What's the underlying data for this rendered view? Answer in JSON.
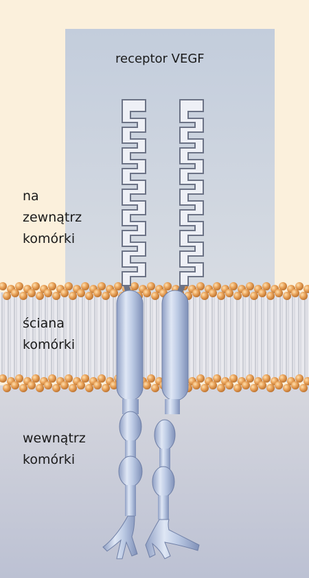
{
  "title": "receptor VEGF",
  "regions": {
    "outside": [
      "na",
      "zewnątrz",
      "komórki"
    ],
    "wall": [
      "ściana",
      "komórki"
    ],
    "inside": [
      "wewnątrz",
      "komórki"
    ]
  },
  "colors": {
    "background": "#fbf0dc",
    "panel": "#c4cedd",
    "membrane_head": "#e6a257",
    "receptor": "#b9c7e0",
    "inner_bg": "#c8ccd9"
  }
}
